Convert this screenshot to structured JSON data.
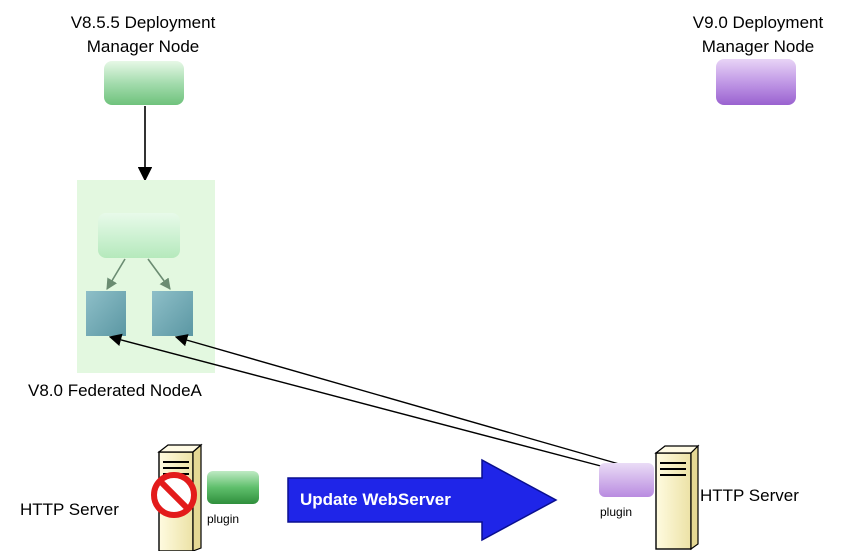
{
  "labels": {
    "dm_old_line1": "V8.5.5 Deployment",
    "dm_old_line2": "Manager Node",
    "dm_new_line1": "V9.0 Deployment",
    "dm_new_line2": "Manager Node",
    "federated_node": "V8.0 Federated NodeA",
    "http_server_left": "HTTP Server",
    "http_server_right": "HTTP Server",
    "plugin_left": "plugin",
    "plugin_right": "plugin",
    "update_arrow": "Update WebServer"
  },
  "colors": {
    "dm_old": "#9fd8a9",
    "dm_new": "#b98be0",
    "node_panel": "#e3f8e0",
    "node_agent": "#bfeec4",
    "server": "#6fa8b3",
    "arrow_blue": "#1f25e8",
    "plugin_green": "#5fbf6c",
    "plugin_purple": "#c9a4e6",
    "tower": "#fbf6cf",
    "prohibit": "#e31b1b"
  },
  "icons": {
    "prohibited": "no-entry-icon",
    "server_tower": "server-tower-icon"
  }
}
